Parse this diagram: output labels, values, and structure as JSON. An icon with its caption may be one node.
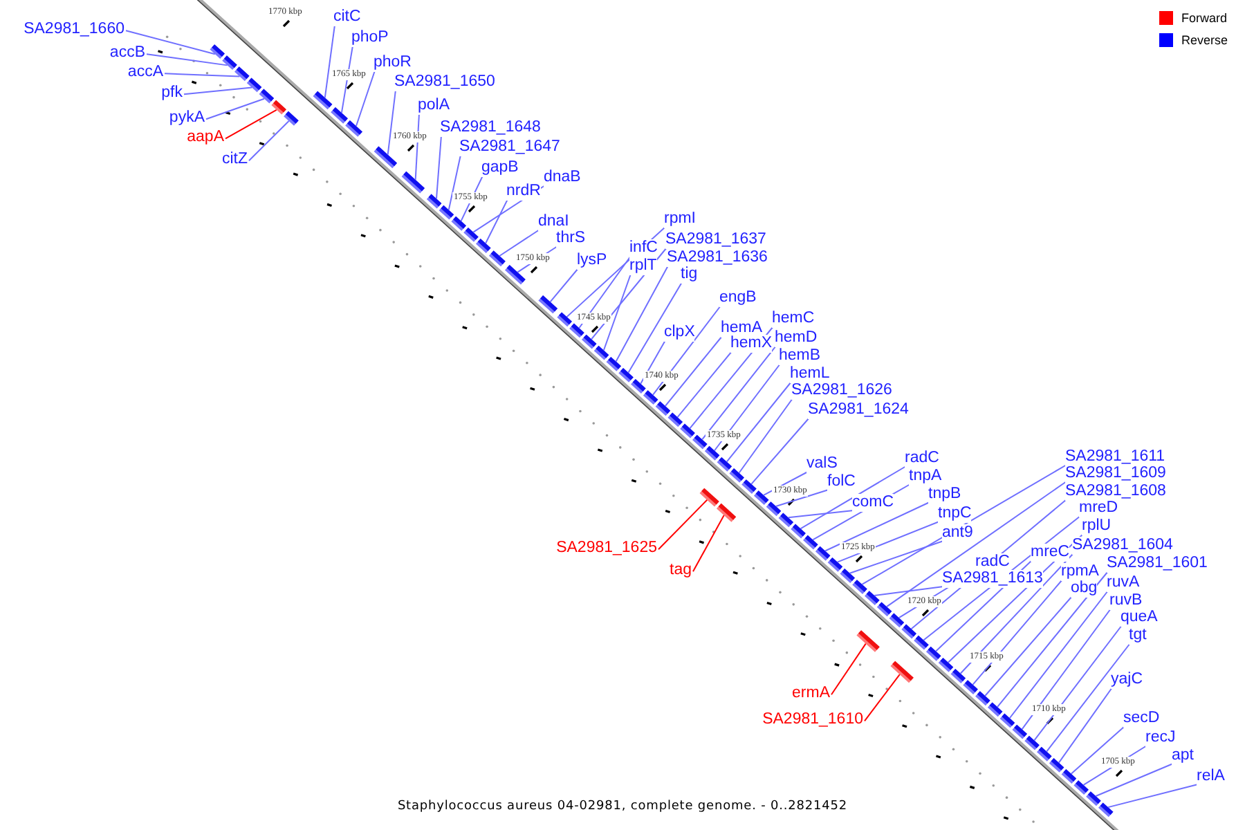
{
  "diagram": {
    "caption": "Staphylococcus aureus 04-02981, complete genome. - 0..2821452",
    "nodes": [
      {
        "text": [
          "SA2981_1660"
        ]
      },
      {
        "text": [
          "accB"
        ]
      },
      {
        "text": [
          "accA"
        ]
      },
      {
        "text": [
          "pfk"
        ]
      },
      {
        "text": [
          "pykA"
        ]
      },
      {
        "text": [
          "aapA"
        ]
      },
      {
        "text": [
          "citZ"
        ]
      },
      {
        "text": [
          "citC"
        ]
      },
      {
        "text": [
          "phoP"
        ]
      },
      {
        "text": [
          "phoR"
        ]
      },
      {
        "text": [
          "SA2981_1650"
        ]
      },
      {
        "text": [
          "polA"
        ]
      },
      {
        "text": [
          "SA2981_1648"
        ]
      },
      {
        "text": [
          "SA2981_1647"
        ]
      },
      {
        "text": [
          "gapB"
        ]
      },
      {
        "text": [
          "dnaB"
        ]
      },
      {
        "text": [
          "nrdR"
        ]
      },
      {
        "text": [
          "dnaI"
        ]
      },
      {
        "text": [
          "thrS"
        ]
      },
      {
        "text": [
          "lysP"
        ]
      },
      {
        "text": [
          "rpmI"
        ]
      },
      {
        "text": [
          "infC"
        ]
      },
      {
        "text": [
          "SA2981_1637"
        ]
      },
      {
        "text": [
          "rplT"
        ]
      },
      {
        "text": [
          "SA2981_1636"
        ]
      },
      {
        "text": [
          "tig"
        ]
      },
      {
        "text": [
          "engB"
        ]
      },
      {
        "text": [
          "clpX"
        ]
      },
      {
        "text": [
          "hemA"
        ]
      },
      {
        "text": [
          "hemC"
        ]
      },
      {
        "text": [
          "hemX"
        ]
      },
      {
        "text": [
          "hemD"
        ]
      },
      {
        "text": [
          "hemB"
        ]
      },
      {
        "text": [
          "hemL"
        ]
      },
      {
        "text": [
          "SA2981_1626"
        ]
      },
      {
        "text": [
          "SA2981_1624"
        ]
      },
      {
        "text": [
          "SA2981_1625"
        ]
      },
      {
        "text": [
          "tag"
        ]
      },
      {
        "text": [
          "valS"
        ]
      },
      {
        "text": [
          "folC"
        ]
      },
      {
        "text": [
          "comC"
        ]
      },
      {
        "text": [
          "radC"
        ]
      },
      {
        "text": [
          "tnpA"
        ]
      },
      {
        "text": [
          "tnpB"
        ]
      },
      {
        "text": [
          "tnpC"
        ]
      },
      {
        "text": [
          "ant9"
        ]
      },
      {
        "text": [
          "SA2981_1611"
        ]
      },
      {
        "text": [
          "SA2981_1609"
        ]
      },
      {
        "text": [
          "SA2981_1608"
        ]
      },
      {
        "text": [
          "mreD"
        ]
      },
      {
        "text": [
          "rplU"
        ]
      },
      {
        "text": [
          "SA2981_1604"
        ]
      },
      {
        "text": [
          "radC"
        ]
      },
      {
        "text": [
          "mreC"
        ]
      },
      {
        "text": [
          "SA2981_1601"
        ]
      },
      {
        "text": [
          "SA2981_1613"
        ]
      },
      {
        "text": [
          "rpmA"
        ]
      },
      {
        "text": [
          "obg"
        ]
      },
      {
        "text": [
          "ruvA"
        ]
      },
      {
        "text": [
          "ruvB"
        ]
      },
      {
        "text": [
          "queA"
        ]
      },
      {
        "text": [
          "tgt"
        ]
      },
      {
        "text": [
          "ermA"
        ]
      },
      {
        "text": [
          "yajC"
        ]
      },
      {
        "text": [
          "SA2981_1610"
        ]
      },
      {
        "text": [
          "secD"
        ]
      },
      {
        "text": [
          "recJ"
        ]
      },
      {
        "text": [
          "apt"
        ]
      },
      {
        "text": [
          "relA"
        ]
      },
      {
        "text": [],
        "shape": "box"
      },
      {
        "text": [],
        "shape": "box"
      },
      {
        "text": [],
        "shape": "box"
      },
      {
        "text": [],
        "shape": "box"
      },
      {
        "text": [],
        "shape": "box"
      },
      {
        "text": [],
        "shape": "box"
      },
      {
        "text": [],
        "shape": "box"
      },
      {
        "text": [],
        "shape": "box"
      },
      {
        "text": [],
        "shape": "box"
      },
      {
        "text": [],
        "shape": "box"
      },
      {
        "text": [],
        "shape": "box"
      },
      {
        "text": [],
        "shape": "box"
      },
      {
        "text": [],
        "shape": "box"
      },
      {
        "text": [],
        "shape": "box"
      },
      {
        "text": [],
        "shape": "box"
      },
      {
        "text": [],
        "shape": "box"
      },
      {
        "text": [],
        "shape": "box"
      },
      {
        "text": [],
        "shape": "box"
      },
      {
        "text": [],
        "shape": "box"
      },
      {
        "text": [],
        "shape": "box"
      },
      {
        "text": [],
        "shape": "box"
      },
      {
        "text": [],
        "shape": "box"
      },
      {
        "text": [],
        "shape": "box"
      },
      {
        "text": [],
        "shape": "box"
      },
      {
        "text": [],
        "shape": "box"
      },
      {
        "text": [],
        "shape": "box"
      },
      {
        "text": [],
        "shape": "box"
      },
      {
        "text": [],
        "shape": "box"
      },
      {
        "text": [],
        "shape": "box"
      },
      {
        "text": [],
        "shape": "box"
      },
      {
        "text": [],
        "shape": "box"
      },
      {
        "text": [],
        "shape": "box"
      },
      {
        "text": [],
        "shape": "box"
      },
      {
        "text": [],
        "shape": "box"
      },
      {
        "text": [],
        "shape": "box"
      },
      {
        "text": [],
        "shape": "box"
      },
      {
        "text": [],
        "shape": "box"
      },
      {
        "text": [],
        "shape": "box"
      },
      {
        "text": [],
        "shape": "box"
      },
      {
        "text": [],
        "shape": "box"
      },
      {
        "text": [],
        "shape": "box"
      },
      {
        "text": [],
        "shape": "box"
      },
      {
        "text": [],
        "shape": "box"
      },
      {
        "text": [],
        "shape": "box"
      },
      {
        "text": [],
        "shape": "box"
      },
      {
        "text": [],
        "shape": "box"
      },
      {
        "text": [],
        "shape": "box"
      },
      {
        "text": [],
        "shape": "box"
      },
      {
        "text": [],
        "shape": "box"
      },
      {
        "text": [],
        "shape": "box"
      },
      {
        "text": [],
        "shape": "box"
      },
      {
        "text": [],
        "shape": "box"
      },
      {
        "text": [],
        "shape": "box"
      },
      {
        "text": [],
        "shape": "box"
      },
      {
        "text": [],
        "shape": "box"
      },
      {
        "text": [],
        "shape": "box"
      },
      {
        "text": [],
        "shape": "box"
      },
      {
        "text": [],
        "shape": "box"
      },
      {
        "text": [],
        "shape": "box"
      },
      {
        "text": [],
        "shape": "box"
      },
      {
        "text": [],
        "shape": "box"
      },
      {
        "text": [],
        "shape": "box"
      },
      {
        "text": [],
        "shape": "box"
      },
      {
        "text": [],
        "shape": "box"
      },
      {
        "text": [],
        "shape": "box"
      },
      {
        "text": [],
        "shape": "box"
      },
      {
        "text": [],
        "shape": "box"
      },
      {
        "text": [],
        "shape": "box"
      },
      {
        "text": [],
        "shape": "box"
      }
    ],
    "edges": [
      {
        "from": 0,
        "to": 69,
        "arrow": "none"
      },
      {
        "from": 1,
        "to": 70,
        "arrow": "none"
      },
      {
        "from": 2,
        "to": 71,
        "arrow": "none"
      },
      {
        "from": 3,
        "to": 72,
        "arrow": "none"
      },
      {
        "from": 4,
        "to": 73,
        "arrow": "none"
      },
      {
        "from": 5,
        "to": 74,
        "arrow": "none",
        "color": "#ff0000"
      },
      {
        "from": 6,
        "to": 75,
        "arrow": "none"
      },
      {
        "from": 7,
        "to": 76,
        "arrow": "none"
      },
      {
        "from": 8,
        "to": 77,
        "arrow": "none"
      },
      {
        "from": 9,
        "to": 78,
        "arrow": "none"
      },
      {
        "from": 10,
        "to": 79,
        "arrow": "none"
      },
      {
        "from": 11,
        "to": 80,
        "arrow": "none"
      },
      {
        "from": 12,
        "to": 81,
        "arrow": "none"
      },
      {
        "from": 13,
        "to": 82,
        "arrow": "none"
      },
      {
        "from": 14,
        "to": 83,
        "arrow": "none"
      },
      {
        "from": 15,
        "to": 84,
        "arrow": "none"
      },
      {
        "from": 16,
        "to": 85,
        "arrow": "none"
      },
      {
        "from": 17,
        "to": 86,
        "arrow": "none"
      },
      {
        "from": 18,
        "to": 87,
        "arrow": "none"
      },
      {
        "from": 19,
        "to": 88,
        "arrow": "none"
      },
      {
        "from": 20,
        "to": 89,
        "arrow": "none"
      },
      {
        "from": 21,
        "to": 90,
        "arrow": "none"
      },
      {
        "from": 22,
        "to": 91,
        "arrow": "none"
      },
      {
        "from": 23,
        "to": 92,
        "arrow": "none"
      },
      {
        "from": 24,
        "to": 93,
        "arrow": "none"
      },
      {
        "from": 25,
        "to": 94,
        "arrow": "none"
      },
      {
        "from": 26,
        "to": 95,
        "arrow": "none"
      },
      {
        "from": 27,
        "to": 96,
        "arrow": "none"
      },
      {
        "from": 28,
        "to": 97,
        "arrow": "none"
      },
      {
        "from": 29,
        "to": 98,
        "arrow": "none"
      },
      {
        "from": 30,
        "to": 99,
        "arrow": "none"
      },
      {
        "from": 31,
        "to": 100,
        "arrow": "none"
      },
      {
        "from": 32,
        "to": 101,
        "arrow": "none"
      },
      {
        "from": 33,
        "to": 102,
        "arrow": "none"
      },
      {
        "from": 34,
        "to": 103,
        "arrow": "none"
      },
      {
        "from": 35,
        "to": 104,
        "arrow": "none"
      },
      {
        "from": 36,
        "to": 105,
        "arrow": "none",
        "color": "#ff0000"
      },
      {
        "from": 37,
        "to": 106,
        "arrow": "none",
        "color": "#ff0000"
      },
      {
        "from": 38,
        "to": 107,
        "arrow": "none"
      },
      {
        "from": 39,
        "to": 108,
        "arrow": "none"
      },
      {
        "from": 40,
        "to": 109,
        "arrow": "none"
      },
      {
        "from": 41,
        "to": 110,
        "arrow": "none"
      },
      {
        "from": 42,
        "to": 111,
        "arrow": "none"
      },
      {
        "from": 43,
        "to": 112,
        "arrow": "none"
      },
      {
        "from": 44,
        "to": 113,
        "arrow": "none"
      },
      {
        "from": 45,
        "to": 114,
        "arrow": "none"
      },
      {
        "from": 46,
        "to": 115,
        "arrow": "none"
      },
      {
        "from": 47,
        "to": 116,
        "arrow": "none"
      },
      {
        "from": 48,
        "to": 117,
        "arrow": "none"
      },
      {
        "from": 49,
        "to": 118,
        "arrow": "none"
      },
      {
        "from": 50,
        "to": 119,
        "arrow": "none"
      },
      {
        "from": 51,
        "to": 120,
        "arrow": "none"
      },
      {
        "from": 52,
        "to": 121,
        "arrow": "none"
      },
      {
        "from": 53,
        "to": 122,
        "arrow": "none"
      },
      {
        "from": 54,
        "to": 123,
        "arrow": "none"
      },
      {
        "from": 55,
        "to": 124,
        "arrow": "none"
      },
      {
        "from": 56,
        "to": 125,
        "arrow": "none"
      },
      {
        "from": 57,
        "to": 126,
        "arrow": "none"
      },
      {
        "from": 58,
        "to": 127,
        "arrow": "none"
      },
      {
        "from": 59,
        "to": 128,
        "arrow": "none"
      },
      {
        "from": 60,
        "to": 129,
        "arrow": "none"
      },
      {
        "from": 61,
        "to": 130,
        "arrow": "none"
      },
      {
        "from": 62,
        "to": 131,
        "arrow": "none",
        "color": "#ff0000"
      },
      {
        "from": 63,
        "to": 132,
        "arrow": "none"
      },
      {
        "from": 64,
        "to": 133,
        "arrow": "none",
        "color": "#ff0000"
      },
      {
        "from": 65,
        "to": 134,
        "arrow": "none"
      },
      {
        "from": 66,
        "to": 135,
        "arrow": "none"
      },
      {
        "from": 67,
        "to": 136,
        "arrow": "none"
      },
      {
        "from": 68,
        "to": 137,
        "arrow": "none"
      }
    ],
    "labels": [
      "1770 kbp",
      "1765 kbp",
      "1760 kbp",
      "1755 kbp",
      "1750 kbp",
      "1745 kbp",
      "1740 kbp",
      "1735 kbp",
      "1730 kbp",
      "1725 kbp",
      "1720 kbp",
      "1715 kbp",
      "1710 kbp",
      "1705 kbp"
    ],
    "legend": [
      {
        "text": "Forward",
        "color": "#ff0000"
      },
      {
        "text": "Reverse",
        "color": "#0000ff"
      }
    ]
  }
}
